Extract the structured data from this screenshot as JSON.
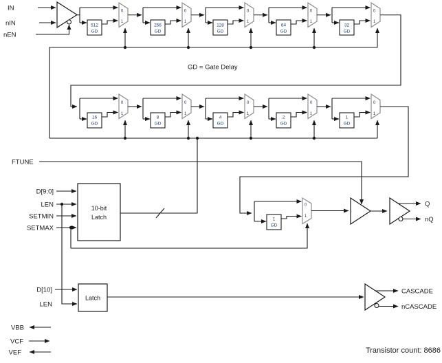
{
  "diagram": {
    "signals": {
      "in": "IN",
      "nin": "nIN",
      "nen": "nEN",
      "ftune": "FTUNE",
      "q": "Q",
      "nq": "nQ",
      "cascade": "CASCADE",
      "ncascade": "nCASCADE"
    },
    "note": "GD = Gate Delay",
    "gd_unit": "GD",
    "mux_labels": {
      "zero": "0",
      "one": "1"
    },
    "row1_delays": [
      "512",
      "256",
      "128",
      "64",
      "32"
    ],
    "row2_delays": [
      "16",
      "8",
      "4",
      "2",
      "1"
    ],
    "fine_delay": "1",
    "latch_10bit": {
      "line1": "10-bit",
      "line2": "Latch",
      "in_bus": "D[9:0]",
      "in_len": "LEN",
      "in_setmin": "SETMIN",
      "in_setmax": "SETMAX"
    },
    "latch_1bit": {
      "label": "Latch",
      "in_d10": "D[10]",
      "in_len": "LEN"
    },
    "bias": {
      "vbb": "VBB",
      "vcf": "VCF",
      "vef": "VEF"
    },
    "footer": "Transistor count: 8686",
    "colors": {
      "wire": "#1a1a1a",
      "mux_stroke": "#8d8d8d",
      "small_text": "#1c3e70"
    }
  }
}
